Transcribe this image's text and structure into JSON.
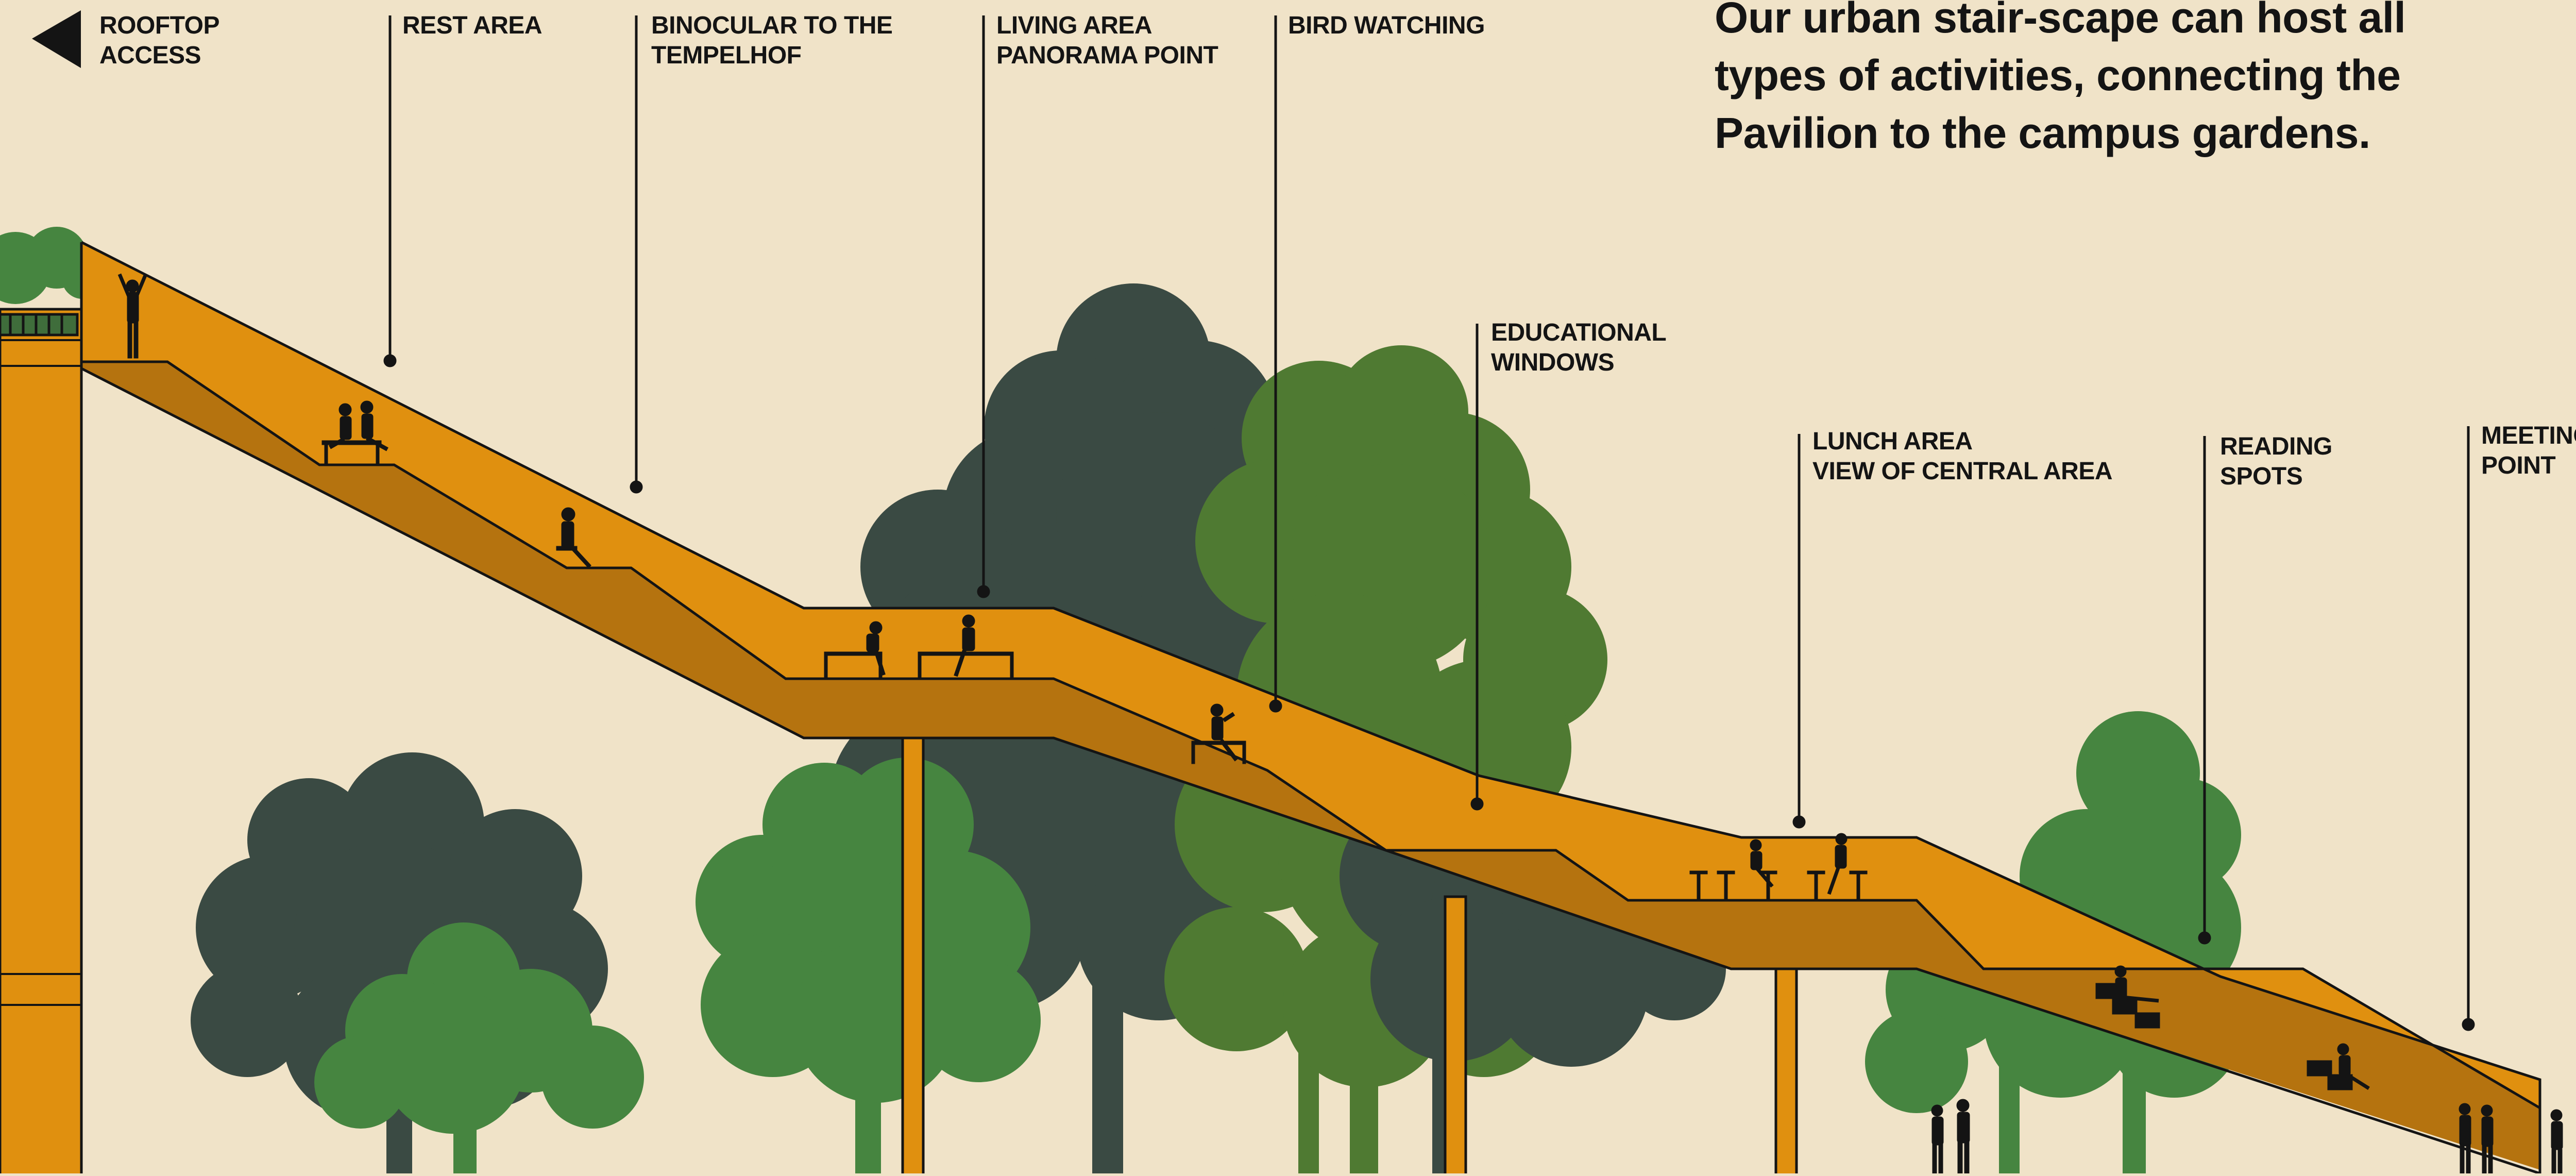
{
  "headline": {
    "lines": [
      "Our urban stair-scape can host all",
      "types of activities, connecting the",
      "Pavilion to the campus gardens."
    ]
  },
  "labels": {
    "rooftop": [
      "ROOFTOP",
      "ACCESS"
    ],
    "rest": [
      "REST AREA"
    ],
    "binocular": [
      "BINOCULAR TO THE",
      "TEMPELHOF"
    ],
    "living": [
      "LIVING AREA",
      "PANORAMA POINT"
    ],
    "bird": [
      "BIRD WATCHING"
    ],
    "educational": [
      "EDUCATIONAL",
      "WINDOWS"
    ],
    "lunch": [
      "LUNCH AREA",
      "VIEW OF CENTRAL AREA"
    ],
    "reading": [
      "READING",
      "SPOTS"
    ],
    "meeting": [
      "MEETING",
      "POINT"
    ]
  },
  "colors": {
    "background": "#f0e3c8",
    "stair_top": "#e0900f",
    "stair_underside": "#b5730f",
    "tree_dark": "#3a4a43",
    "tree_olive": "#4f7a32",
    "tree_green": "#468540",
    "ink": "#141414"
  },
  "icons": {
    "rooftop_arrow": "triangle-left-icon"
  }
}
